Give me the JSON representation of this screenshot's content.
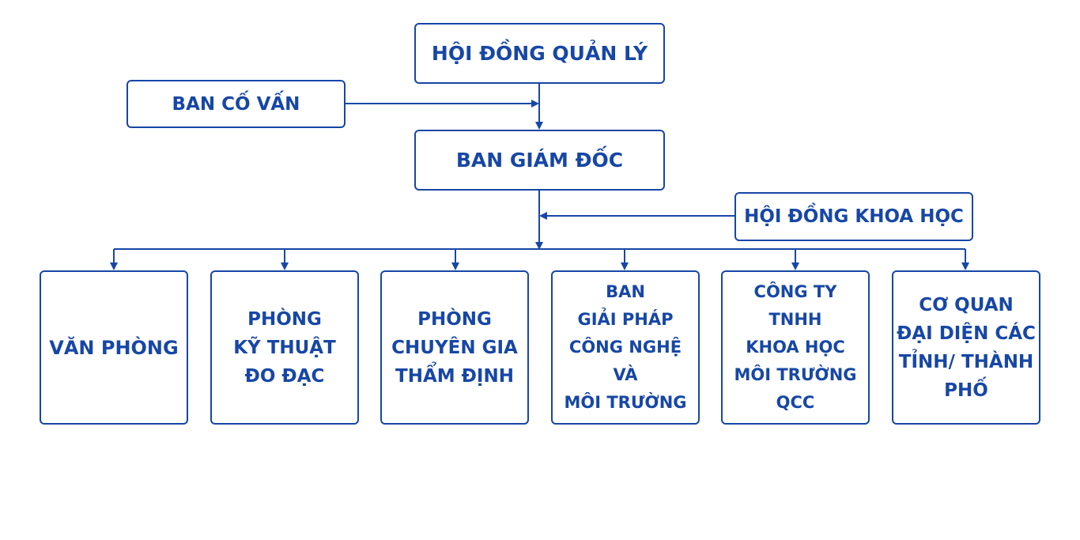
{
  "colors": {
    "primary": "#1747a6",
    "background": "#ffffff"
  },
  "chart": {
    "management_board": "HỘI ĐỒNG QUẢN LÝ",
    "advisory_board": "BAN CỐ VẤN",
    "board_of_directors": "BAN GIÁM ĐỐC",
    "science_council": "HỘI ĐỒNG KHOA HỌC",
    "departments": [
      {
        "label": "VĂN PHÒNG"
      },
      {
        "label": "PHÒNG\nKỸ THUẬT\nĐO ĐẠC"
      },
      {
        "label": "PHÒNG\nCHUYÊN GIA\nTHẨM ĐỊNH"
      },
      {
        "label": "BAN\nGIẢI PHÁP\nCÔNG NGHỆ\nVÀ\nMÔI TRƯỜNG"
      },
      {
        "label": "CÔNG TY\nTNHH\nKHOA HỌC\nMÔI TRƯỜNG\nQCC"
      },
      {
        "label": "CƠ QUAN\nĐẠI DIỆN CÁC\nTỈNH/ THÀNH\nPHỐ"
      }
    ]
  }
}
